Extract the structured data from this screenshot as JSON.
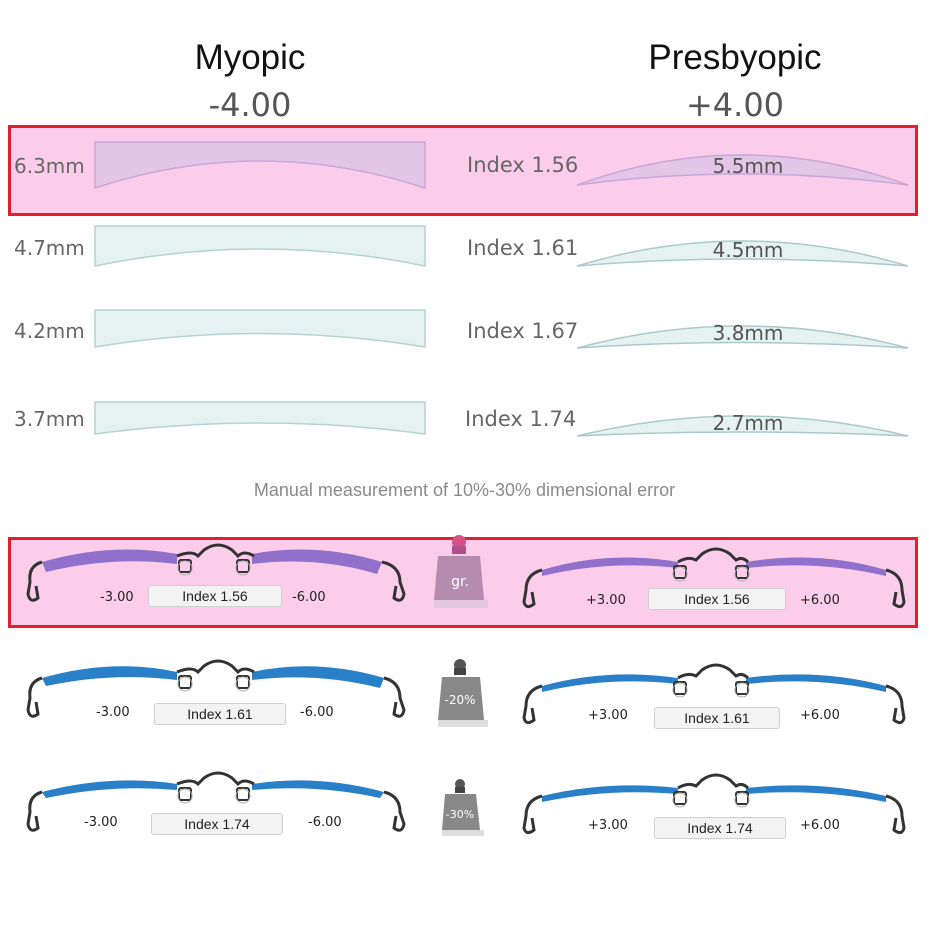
{
  "header": {
    "left_title": "Myopic",
    "left_power": "-4.00",
    "right_title": "Presbyopic",
    "right_power": "+4.00"
  },
  "lens_rows": [
    {
      "edge_thickness": "6.3mm",
      "index": "Index 1.56",
      "center_thickness": "5.5mm"
    },
    {
      "edge_thickness": "4.7mm",
      "index": "Index 1.61",
      "center_thickness": "4.5mm"
    },
    {
      "edge_thickness": "4.2mm",
      "index": "Index 1.67",
      "center_thickness": "3.8mm"
    },
    {
      "edge_thickness": "3.7mm",
      "index": "Index 1.74",
      "center_thickness": "2.7mm"
    }
  ],
  "note": "Manual measurement of 10%-30% dimensional error",
  "glasses_rows": [
    {
      "left": {
        "power_left": "-3.00",
        "index": "Index 1.56",
        "power_right": "-6.00"
      },
      "weight": "gr.",
      "right": {
        "power_left": "+3.00",
        "index": "Index 1.56",
        "power_right": "+6.00"
      }
    },
    {
      "left": {
        "power_left": "-3.00",
        "index": "Index 1.61",
        "power_right": "-6.00"
      },
      "weight": "-20%",
      "right": {
        "power_left": "+3.00",
        "index": "Index 1.61",
        "power_right": "+6.00"
      }
    },
    {
      "left": {
        "power_left": "-3.00",
        "index": "Index 1.74",
        "power_right": "-6.00"
      },
      "weight": "-30%",
      "right": {
        "power_left": "+3.00",
        "index": "Index 1.74",
        "power_right": "+6.00"
      }
    }
  ],
  "colors": {
    "highlight_border": "#e0202e",
    "highlight_fill": "#fbcdea",
    "lens_tint": "#d8ecec",
    "lens_purple": "#7d5fc6",
    "lens_blue": "#2a7fc9"
  }
}
